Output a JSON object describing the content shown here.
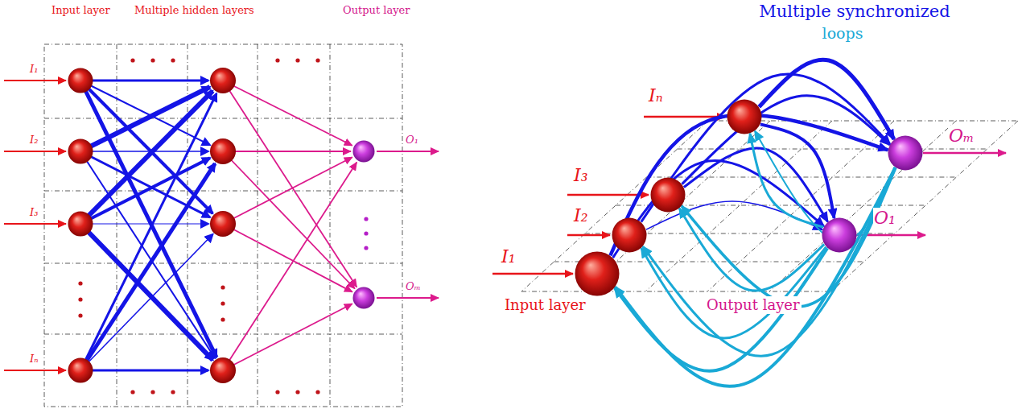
{
  "diagram": {
    "nodes": [
      {
        "text": [
          "I₁"
        ]
      },
      {
        "text": [
          "I₂"
        ]
      },
      {
        "text": [
          "I₃"
        ]
      },
      {
        "text": [
          "Iₙ"
        ]
      },
      {
        "text": [
          "O₁"
        ]
      },
      {
        "text": [
          "Oₘ"
        ]
      },
      {
        "text": [
          "I₁"
        ]
      },
      {
        "text": [
          "I₂"
        ]
      },
      {
        "text": [
          "I₃"
        ]
      },
      {
        "text": [
          "Iₙ"
        ]
      },
      {
        "text": [
          "O₁"
        ]
      },
      {
        "text": [
          "Oₘ"
        ]
      }
    ],
    "edges": [
      {
        "from": 6,
        "to": 11,
        "arrow": "to"
      },
      {
        "from": 6,
        "to": 10,
        "arrow": "to"
      },
      {
        "from": 7,
        "to": 11,
        "arrow": "to"
      },
      {
        "from": 7,
        "to": 10,
        "arrow": "to"
      },
      {
        "from": 8,
        "to": 11,
        "arrow": "to"
      },
      {
        "from": 8,
        "to": 10,
        "arrow": "to"
      },
      {
        "from": 9,
        "to": 11,
        "arrow": "to"
      },
      {
        "from": 9,
        "to": 10,
        "arrow": "to"
      },
      {
        "from": 10,
        "to": 6,
        "arrow": "to"
      },
      {
        "from": 10,
        "to": 7,
        "arrow": "to"
      },
      {
        "from": 10,
        "to": 8,
        "arrow": "to"
      },
      {
        "from": 10,
        "to": 9,
        "arrow": "to"
      },
      {
        "from": 11,
        "to": 6,
        "arrow": "to"
      },
      {
        "from": 11,
        "to": 7,
        "arrow": "to"
      },
      {
        "from": 11,
        "to": 8,
        "arrow": "to"
      },
      {
        "from": 11,
        "to": 9,
        "arrow": "to"
      }
    ],
    "labels": [
      "Input layer",
      "Multiple hidden layers",
      "Output layer",
      "Multiple synchronized",
      "loops",
      "Input layer",
      "Output layer"
    ]
  }
}
